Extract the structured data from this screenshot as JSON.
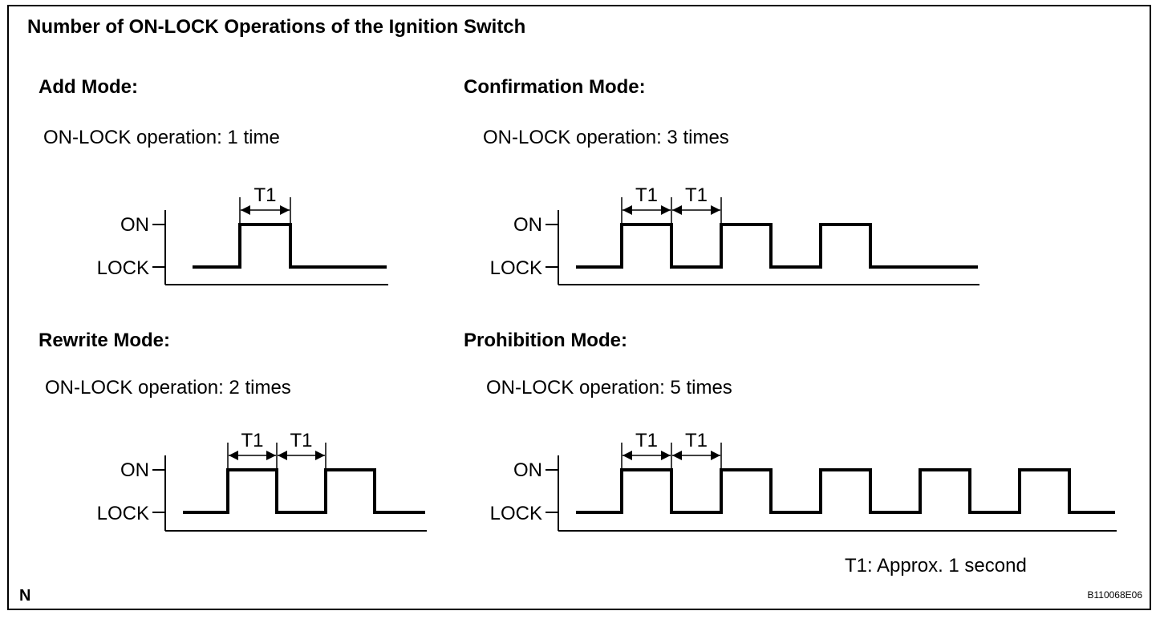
{
  "title": "Number of ON-LOCK Operations of the Ignition Switch",
  "level_on": "ON",
  "level_lock": "LOCK",
  "interval_label": "T1",
  "note": "T1: Approx. 1 second",
  "corner_mark": "N",
  "figure_id": "B110068E06",
  "modes": [
    {
      "heading": "Add Mode:",
      "operation": "ON-LOCK operation: 1 time",
      "pulses": 1
    },
    {
      "heading": "Confirmation Mode:",
      "operation": "ON-LOCK operation: 3 times",
      "pulses": 3
    },
    {
      "heading": "Rewrite Mode:",
      "operation": "ON-LOCK operation: 2 times",
      "pulses": 2
    },
    {
      "heading": "Prohibition Mode:",
      "operation": "ON-LOCK operation: 5 times",
      "pulses": 5
    }
  ]
}
